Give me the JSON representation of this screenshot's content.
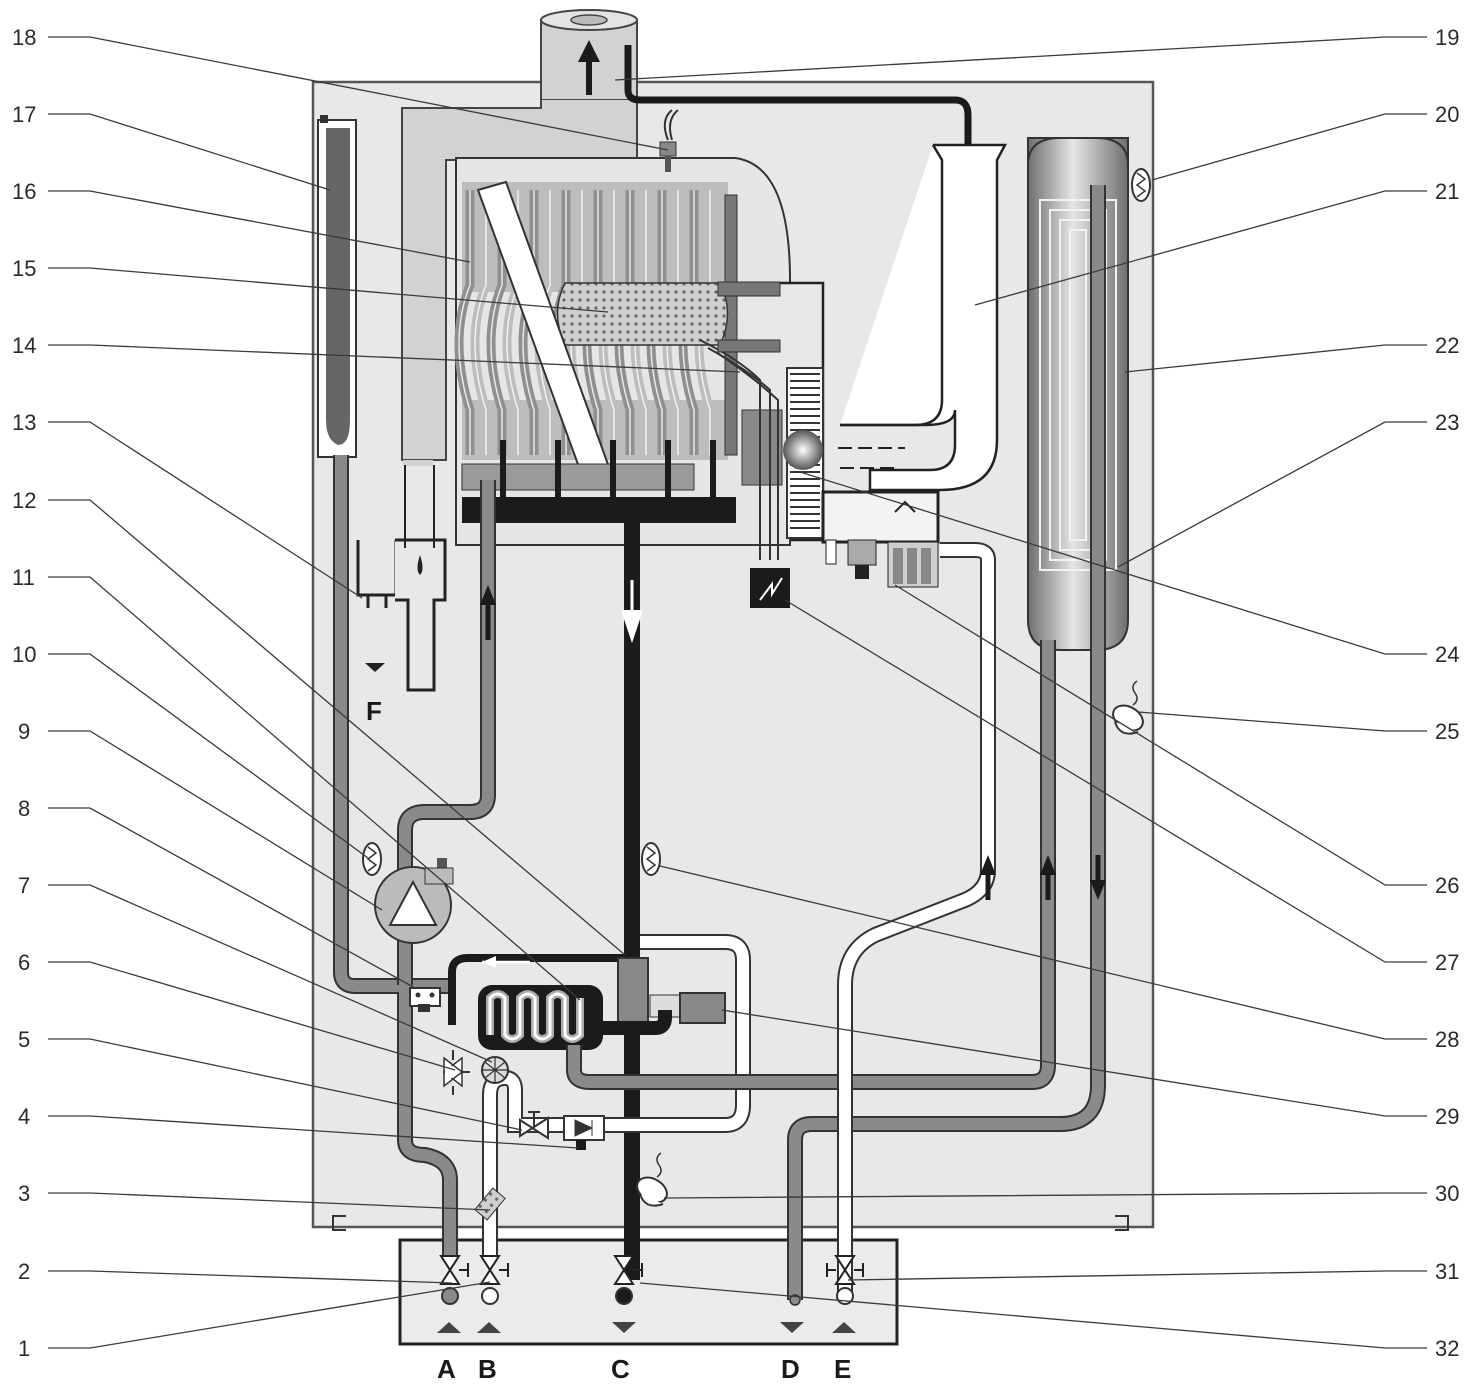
{
  "colors": {
    "panel": "#e8e8e8",
    "panel_border": "#555555",
    "pipe_dark": "#1b1b1b",
    "pipe_grey": "#8a8a8a",
    "pipe_light": "#ffffff",
    "flue": "#cfcfcf",
    "text": "#2b2b2b"
  },
  "left_labels": [
    "18",
    "17",
    "16",
    "15",
    "14",
    "13",
    "12",
    "11",
    "10",
    "9",
    "8",
    "7",
    "6",
    "5",
    "4",
    "3",
    "2",
    "1"
  ],
  "right_labels": [
    "19",
    "20",
    "21",
    "22",
    "23",
    "24",
    "25",
    "26",
    "27",
    "28",
    "29",
    "30",
    "31",
    "32"
  ],
  "connection_letters": [
    "A",
    "B",
    "C",
    "D",
    "E"
  ],
  "drain_letter": "F",
  "icons": [
    "flame-sensor-icon",
    "pump-icon",
    "expansion-vessel-icon",
    "ignition-unit-icon",
    "fan-icon",
    "sensor-icon",
    "valve-icon",
    "arrow-up-icon",
    "arrow-down-icon"
  ]
}
